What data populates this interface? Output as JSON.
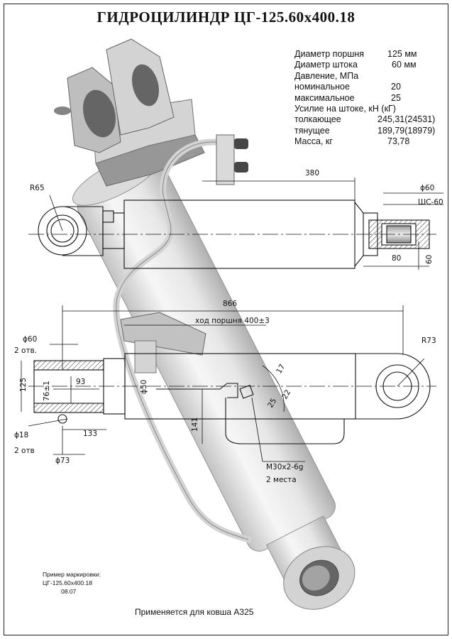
{
  "title": "ГИДРОЦИЛИНДР ЦГ-125.60х400.18",
  "specs": {
    "piston_label": "Диаметр поршня",
    "piston_value": "125 мм",
    "rod_label": "Диаметр штока",
    "rod_value": "60 мм",
    "pressure_label": "Давление, МПа",
    "nominal_label": "номинальное",
    "nominal_value": "20",
    "max_label": "максимальное",
    "max_value": "25",
    "force_label": "Усилие на штоке, кН (кГ)",
    "push_label": "толкающее",
    "push_value": "245,31(24531)",
    "pull_label": "тянущее",
    "pull_value": "189,79(18979)",
    "mass_label": "Масса, кг",
    "mass_value": "73,78"
  },
  "dims": {
    "r65": "R65",
    "d380": "380",
    "phi60_top": "ϕ60",
    "sh60": "ШС-60",
    "d80": "80",
    "d60_vert": "60",
    "d866": "866",
    "stroke": "ход поршня 400±3",
    "r73": "R73",
    "phi60_left": "ϕ60",
    "two_holes_top": "2 отв.",
    "d125": "125",
    "d76": "76±1",
    "d93": "93",
    "phi50": "ϕ50",
    "phi18": "ϕ18",
    "two_holes_bottom": "2 отв",
    "d133": "133",
    "phi73": "ϕ73",
    "d141": "141",
    "thread": "М30х2-6g",
    "places": "2 места",
    "a17": "17",
    "a22": "22",
    "a25": "25"
  },
  "marking": {
    "heading": "Пример маркировки:",
    "code": "ЦГ-125.60х400.18",
    "date": "08.07"
  },
  "footer": "Применяется для ковша А325"
}
